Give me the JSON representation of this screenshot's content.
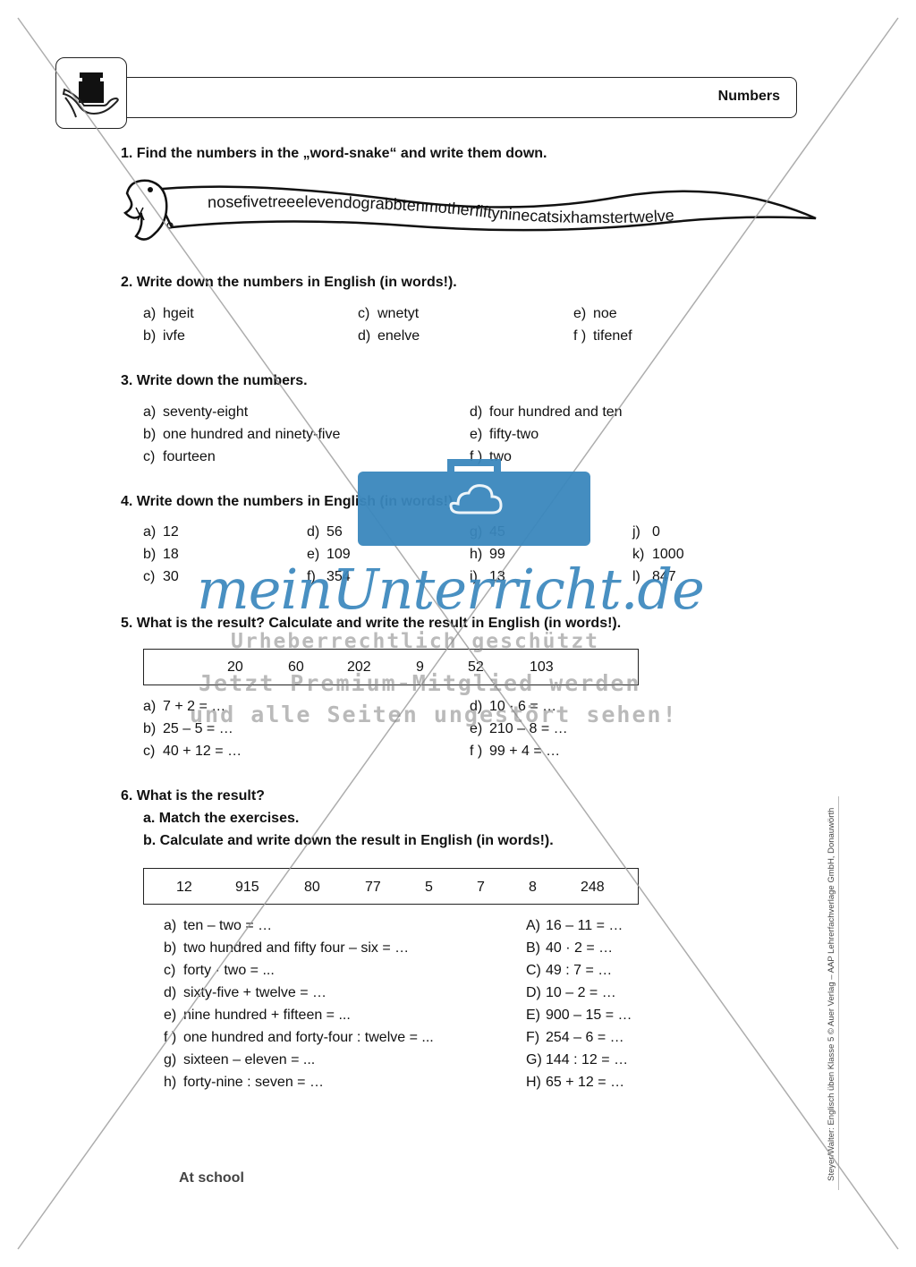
{
  "header": {
    "title": "Numbers"
  },
  "q1": {
    "title": "1.  Find the numbers in the „word-snake“ and write them down.",
    "snake_text": "nosefivetreeelevendograbbtenmotherfiftyninecatsixhamstertwelve"
  },
  "q2": {
    "title": "2.  Write down the numbers in English (in words!).",
    "items": [
      {
        "label": "a)",
        "text": "hgeit"
      },
      {
        "label": "b)",
        "text": "ivfe"
      },
      {
        "label": "c)",
        "text": "wnetyt"
      },
      {
        "label": "d)",
        "text": "enelve"
      },
      {
        "label": "e)",
        "text": "noe"
      },
      {
        "label": "f )",
        "text": "tifenef"
      }
    ]
  },
  "q3": {
    "title": "3.  Write down the numbers.",
    "items": [
      {
        "label": "a)",
        "text": "seventy-eight"
      },
      {
        "label": "b)",
        "text": "one hundred and ninety-five"
      },
      {
        "label": "c)",
        "text": "fourteen"
      },
      {
        "label": "d)",
        "text": "four hundred and ten"
      },
      {
        "label": "e)",
        "text": "fifty-two"
      },
      {
        "label": "f )",
        "text": "two"
      }
    ]
  },
  "q4": {
    "title": "4.  Write down the numbers in English (in words!).",
    "items": [
      {
        "label": "a)",
        "text": "12"
      },
      {
        "label": "b)",
        "text": "18"
      },
      {
        "label": "c)",
        "text": "30"
      },
      {
        "label": "d)",
        "text": "56"
      },
      {
        "label": "e)",
        "text": "109"
      },
      {
        "label": "f)",
        "text": "354"
      },
      {
        "label": "g)",
        "text": "45"
      },
      {
        "label": "h)",
        "text": "99"
      },
      {
        "label": "i)",
        "text": "13"
      },
      {
        "label": "j)",
        "text": "0"
      },
      {
        "label": "k)",
        "text": "1000"
      },
      {
        "label": "l)",
        "text": "847"
      }
    ]
  },
  "q5": {
    "title": "5.  What is the result? Calculate and write the result in English (in words!).",
    "box_values": [
      "20",
      "60",
      "202",
      "9",
      "52",
      "103"
    ],
    "items": [
      {
        "label": "a)",
        "text": "7 + 2 = …"
      },
      {
        "label": "b)",
        "text": "25 – 5 = …"
      },
      {
        "label": "c)",
        "text": "40 + 12 = …"
      },
      {
        "label": "d)",
        "text": "10 · 6 = …"
      },
      {
        "label": "e)",
        "text": "210 – 8 = …"
      },
      {
        "label": "f )",
        "text": "99 + 4 = …"
      }
    ]
  },
  "q6": {
    "title": "6.  What is the result?",
    "sub_a": "a.  Match the exercises.",
    "sub_b": "b.  Calculate and write down the result in English (in words!).",
    "box_values": [
      "12",
      "915",
      "80",
      "77",
      "5",
      "7",
      "8",
      "248"
    ],
    "left_items": [
      {
        "label": "a)",
        "text": "ten – two = …"
      },
      {
        "label": "b)",
        "text": "two hundred and fifty four – six = …"
      },
      {
        "label": "c)",
        "text": "forty · two = ..."
      },
      {
        "label": "d)",
        "text": "sixty-five + twelve = …"
      },
      {
        "label": "e)",
        "text": "nine hundred + fifteen = ..."
      },
      {
        "label": "f )",
        "text": "one hundred and forty-four : twelve = ..."
      },
      {
        "label": "g)",
        "text": "sixteen – eleven = ..."
      },
      {
        "label": "h)",
        "text": "forty-nine : seven = …"
      }
    ],
    "right_items": [
      {
        "label": "A)",
        "text": "16 – 11 = …"
      },
      {
        "label": "B)",
        "text": "40 · 2 = …"
      },
      {
        "label": "C)",
        "text": "49 : 7 = …"
      },
      {
        "label": "D)",
        "text": "10 – 2 = …"
      },
      {
        "label": "E)",
        "text": "900 – 15 = …"
      },
      {
        "label": "F)",
        "text": "254 – 6 = …"
      },
      {
        "label": "G)",
        "text": "144 : 12 = …"
      },
      {
        "label": "H)",
        "text": "65 + 12 = …"
      }
    ]
  },
  "footer": {
    "section": "At school",
    "copyright": "Steyer/Walter: Englisch üben Klasse 5 © Auer Verlag – AAP Lehrerfachverlage GmbH, Donauwörth"
  },
  "watermark": {
    "brand": "meinUnterricht.de",
    "line1": "Urheberrechtlich geschützt",
    "line2": "Jetzt Premium-Mitglied werden",
    "line3": "und alle Seiten ungestört sehen!",
    "color": "#3a87bd"
  },
  "icons": {
    "header": "hand-with-weight-icon",
    "snake": "snake-icon",
    "watermark": "briefcase-cloud-icon"
  }
}
